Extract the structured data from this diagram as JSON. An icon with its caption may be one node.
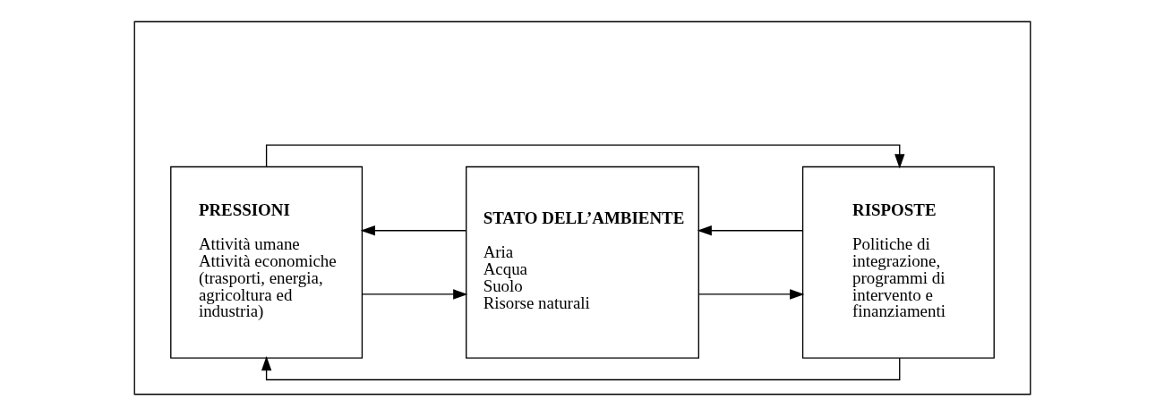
{
  "diagram": {
    "nodes": [
      {
        "text": [],
        "shape": "box"
      },
      {
        "text": [
          "PRESSIONI",
          "Attività umane",
          "Attività economiche (trasporti, energia, agricoltura ed industria)"
        ],
        "in": 0
      },
      {
        "text": [
          "STATO DELL’AMBIENTE",
          "Aria",
          "Acqua",
          "Suolo",
          "Risorse naturali"
        ],
        "in": 0
      },
      {
        "text": [
          "RISPOSTE",
          "Politiche di integrazione, programmi di intervento e finanziamenti"
        ],
        "in": 0
      }
    ],
    "edges": [
      {
        "from": 1,
        "to": 3,
        "arrow": "to"
      },
      {
        "from": 1,
        "to": 2,
        "arrow": "to"
      },
      {
        "from": 2,
        "to": 3,
        "arrow": "to"
      },
      {
        "from": 2,
        "to": 1,
        "arrow": "to"
      },
      {
        "from": 3,
        "to": 2,
        "arrow": "to"
      },
      {
        "from": 3,
        "to": 1,
        "arrow": "to"
      }
    ]
  }
}
